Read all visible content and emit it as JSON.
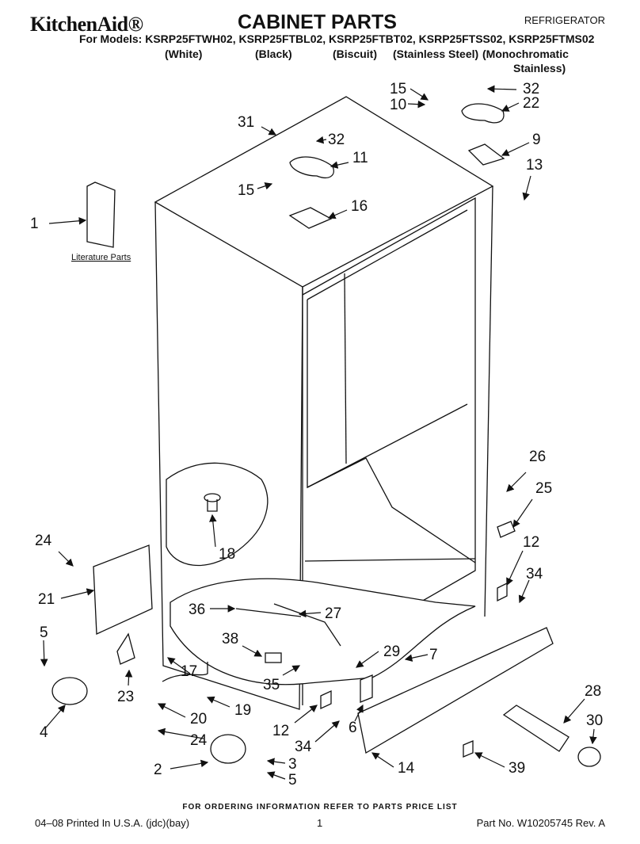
{
  "header": {
    "brand": "KitchenAid®",
    "title": "CABINET PARTS",
    "category": "REFRIGERATOR",
    "models_line": "For Models: KSRP25FTWH02, KSRP25FTBL02, KSRP25FTBT02, KSRP25FTSS02, KSRP25FTMS02",
    "variants": [
      "(White)",
      "(Black)",
      "(Biscuit)",
      "(Stainless Steel)",
      "(Monochromatic",
      "Stainless)"
    ]
  },
  "diagram": {
    "literature_label": "Literature Parts",
    "callouts": [
      "1",
      "2",
      "3",
      "4",
      "5",
      "5",
      "6",
      "7",
      "9",
      "10",
      "11",
      "12",
      "12",
      "13",
      "14",
      "15",
      "15",
      "16",
      "17",
      "18",
      "19",
      "20",
      "21",
      "22",
      "23",
      "24",
      "24",
      "25",
      "26",
      "27",
      "28",
      "29",
      "30",
      "31",
      "32",
      "32",
      "34",
      "34",
      "35",
      "36",
      "38",
      "39"
    ]
  },
  "footer": {
    "ordering_note": "FOR ORDERING INFORMATION REFER TO PARTS PRICE LIST",
    "printed": "04–08 Printed In U.S.A. (jdc)(bay)",
    "page_number": "1",
    "part_number": "Part No. W10205745 Rev. A"
  }
}
